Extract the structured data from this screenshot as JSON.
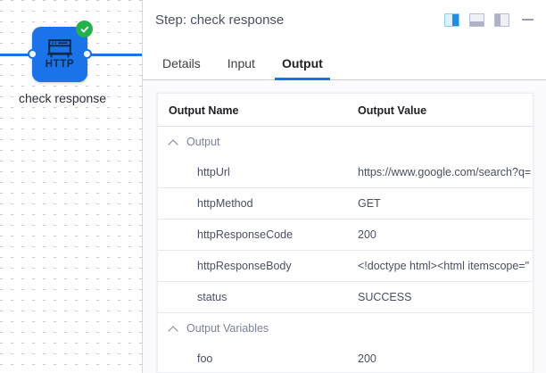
{
  "canvas": {
    "node": {
      "icon_name": "http-node-icon",
      "icon_label": "HTTP",
      "caption": "check response",
      "status_icon": "check-circle-icon",
      "status_color": "#22b24c",
      "node_color": "#1a73e8"
    }
  },
  "panel": {
    "header": {
      "title": "Step: check response",
      "layout_buttons": [
        {
          "name": "dock-right-icon",
          "active": true
        },
        {
          "name": "dock-bottom-icon",
          "active": false
        },
        {
          "name": "dock-left-icon",
          "active": false
        }
      ],
      "minimize_icon": "minimize-icon"
    },
    "tabs": [
      {
        "label": "Details",
        "active": false
      },
      {
        "label": "Input",
        "active": false
      },
      {
        "label": "Output",
        "active": true
      }
    ],
    "table": {
      "columns": [
        "Output Name",
        "Output Value"
      ],
      "groups": [
        {
          "label": "Output",
          "expanded": true,
          "rows": [
            {
              "name": "httpUrl",
              "value": "https://www.google.com/search?q="
            },
            {
              "name": "httpMethod",
              "value": "GET"
            },
            {
              "name": "httpResponseCode",
              "value": "200"
            },
            {
              "name": "httpResponseBody",
              "value": "<!doctype html><html itemscope=\""
            },
            {
              "name": "status",
              "value": "SUCCESS"
            }
          ]
        },
        {
          "label": "Output Variables",
          "expanded": true,
          "rows": [
            {
              "name": "foo",
              "value": "200"
            }
          ]
        }
      ]
    }
  },
  "colors": {
    "accent": "#1a73e8",
    "success": "#22b24c",
    "text": "#4a4f63",
    "panel_bg": "#fbfbfd"
  }
}
